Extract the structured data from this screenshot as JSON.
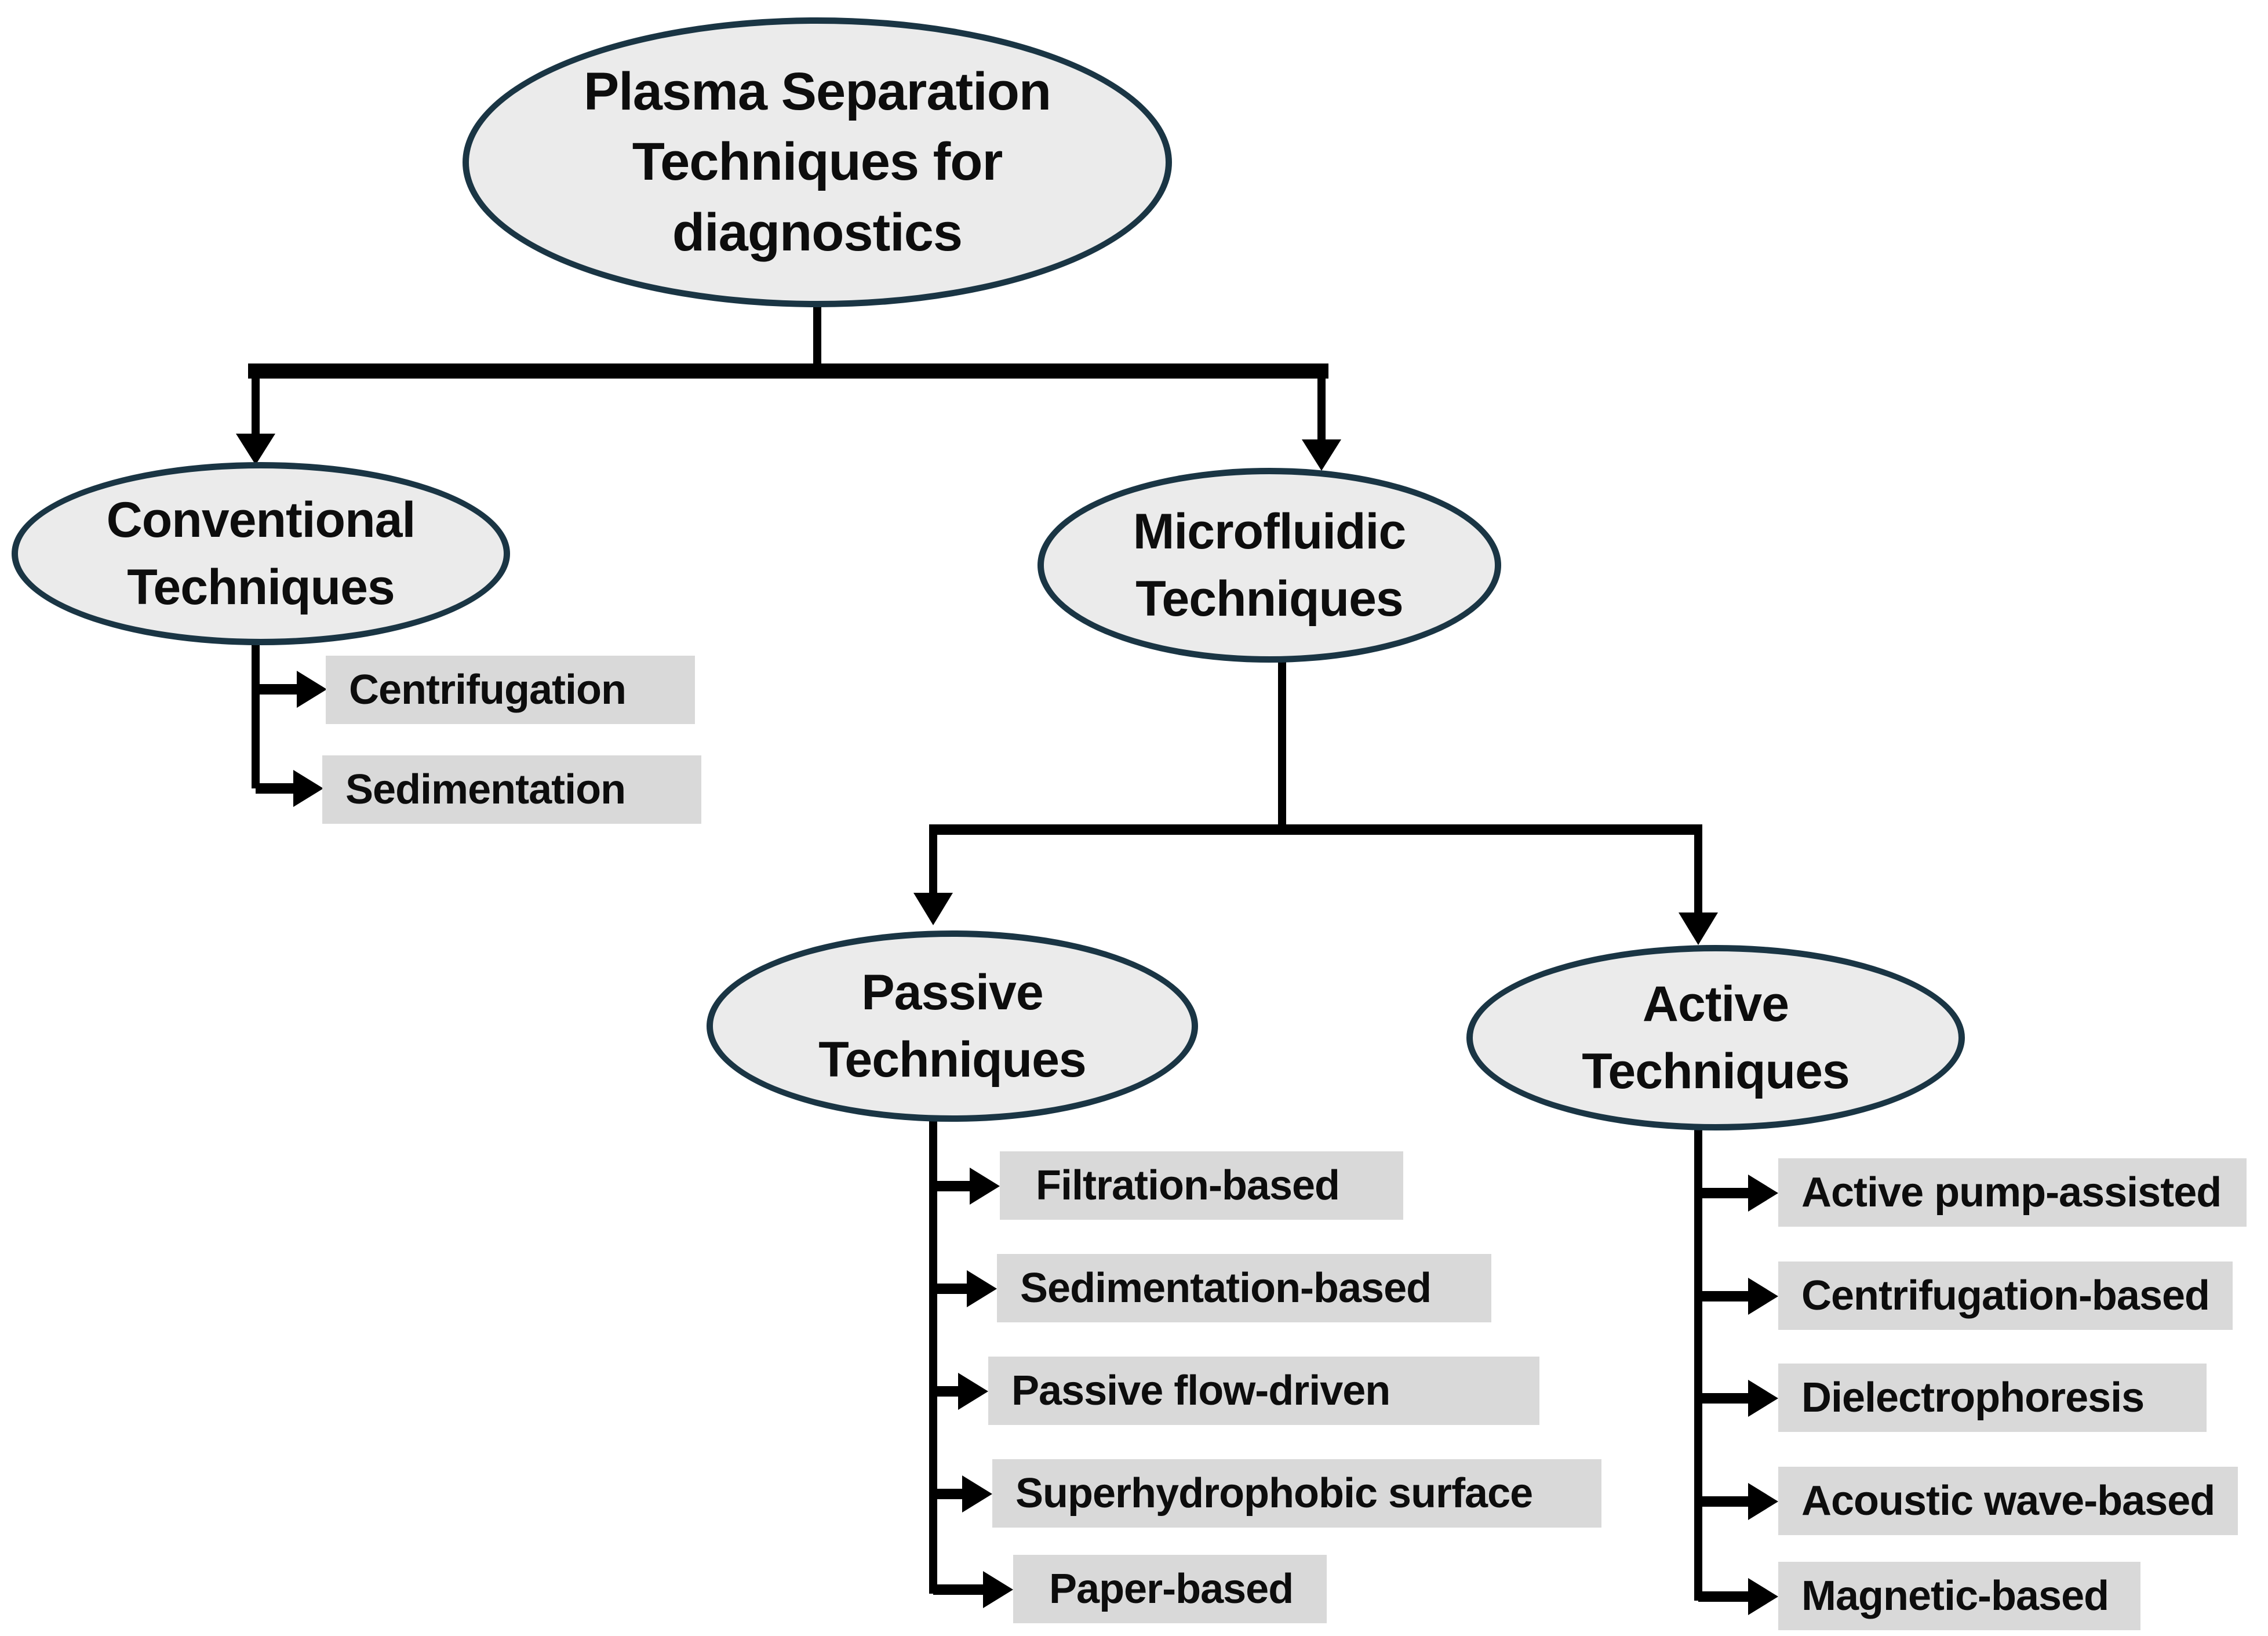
{
  "colors": {
    "background": "#ffffff",
    "ellipse_fill": "#ebebeb",
    "ellipse_stroke": "#1a3544",
    "box_fill": "#d9d9d9",
    "text": "#0d0d0d",
    "connector": "#000000"
  },
  "root": {
    "label": "Plasma Separation Techniques for diagnostics",
    "lines": [
      "Plasma Separation",
      "Techniques for",
      "diagnostics"
    ]
  },
  "conventional": {
    "label": "Conventional Techniques",
    "lines": [
      "Conventional",
      "Techniques"
    ],
    "children": [
      {
        "label": "Centrifugation"
      },
      {
        "label": "Sedimentation"
      }
    ]
  },
  "microfluidic": {
    "label": "Microfluidic Techniques",
    "lines": [
      "Microfluidic",
      "Techniques"
    ]
  },
  "passive": {
    "label": "Passive Techniques",
    "lines": [
      "Passive",
      "Techniques"
    ],
    "children": [
      {
        "label": "Filtration-based"
      },
      {
        "label": "Sedimentation-based"
      },
      {
        "label": "Passive flow-driven"
      },
      {
        "label": "Superhydrophobic surface"
      },
      {
        "label": "Paper-based"
      }
    ]
  },
  "active": {
    "label": "Active Techniques",
    "lines": [
      "Active",
      "Techniques"
    ],
    "children": [
      {
        "label": "Active pump-assisted"
      },
      {
        "label": "Centrifugation-based"
      },
      {
        "label": "Dielectrophoresis"
      },
      {
        "label": "Acoustic wave-based"
      },
      {
        "label": "Magnetic-based"
      }
    ]
  }
}
